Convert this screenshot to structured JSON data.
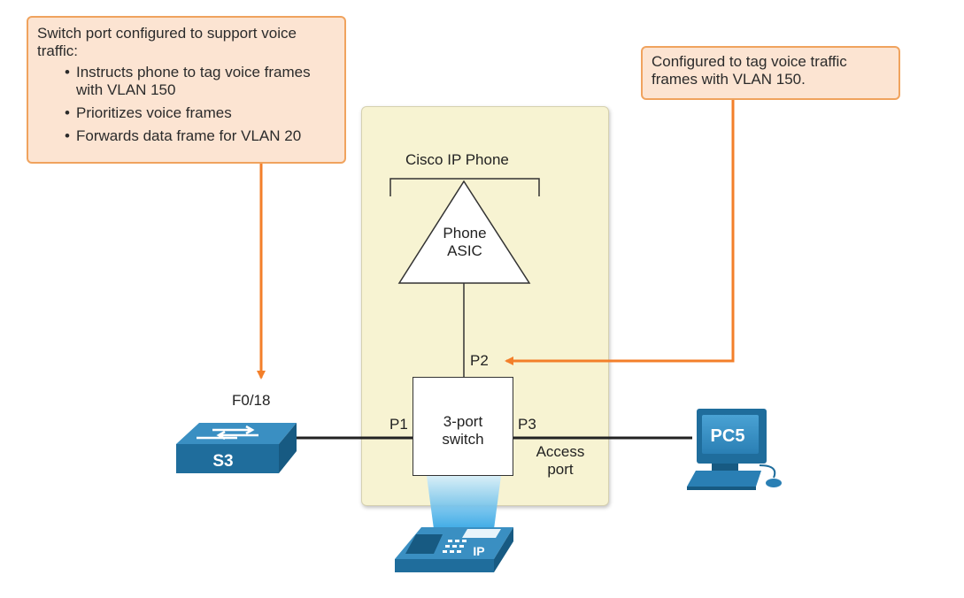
{
  "callout_switch_port": {
    "title": "Switch port configured to support voice traffic:",
    "bullets": [
      "Instructs phone to tag voice frames with VLAN 150",
      "Prioritizes voice frames",
      "Forwards data frame for VLAN 20"
    ]
  },
  "callout_phone": {
    "text": "Configured to tag voice traffic frames with VLAN 150."
  },
  "phone_panel": {
    "title": "Cisco IP Phone",
    "asic_label": "Phone\nASIC",
    "switch_label": "3-port\nswitch",
    "port_p1": "P1",
    "port_p2": "P2",
    "port_p3": "P3",
    "access_port_label": "Access\nport"
  },
  "devices": {
    "switch_s3": {
      "name": "S3",
      "port": "F0/18"
    },
    "pc5": {
      "name": "PC5"
    },
    "ip_phone": {
      "badge": "IP"
    }
  },
  "colors": {
    "callout_fill": "#fce4d2",
    "callout_border": "#f0a35e",
    "arrow": "#f37f2a",
    "panel_fill": "#f7f3d2",
    "device_blue": "#1f6d9c",
    "device_blue_light": "#3a8fc2"
  }
}
